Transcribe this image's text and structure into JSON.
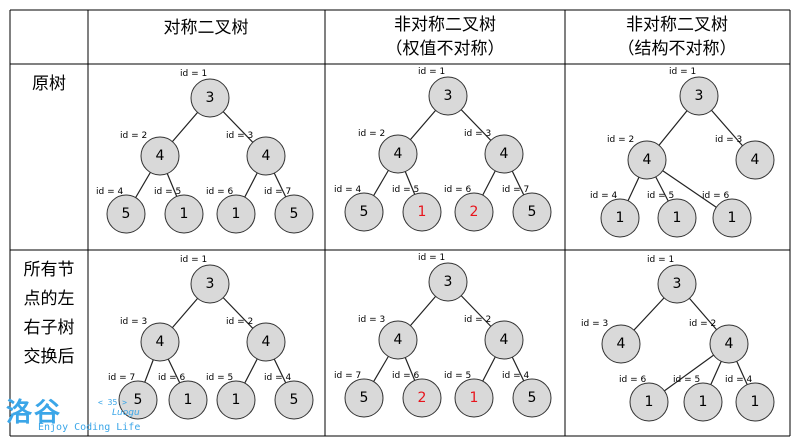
{
  "table": {
    "columns": [
      "对称二叉树",
      "非对称二叉树",
      "非对称二叉树"
    ],
    "column_subtitles": [
      "",
      "（权值不对称）",
      "（结构不对称）"
    ],
    "rows": [
      "原树",
      "所有节点的左右子树交换后"
    ],
    "row_label_lines": [
      [
        "原树"
      ],
      [
        "所有节",
        "点的左",
        "右子树",
        "交换后"
      ]
    ]
  },
  "trees": [
    {
      "name": "sym-original",
      "nodes": [
        {
          "id_label": "id = 1",
          "value": "3",
          "red": false
        },
        {
          "id_label": "id = 2",
          "value": "4",
          "red": false
        },
        {
          "id_label": "id = 3",
          "value": "4",
          "red": false
        },
        {
          "id_label": "id = 4",
          "value": "5",
          "red": false
        },
        {
          "id_label": "id = 5",
          "value": "1",
          "red": false
        },
        {
          "id_label": "id = 6",
          "value": "1",
          "red": false
        },
        {
          "id_label": "id = 7",
          "value": "5",
          "red": false
        }
      ]
    },
    {
      "name": "valasym-original",
      "nodes": [
        {
          "id_label": "id = 1",
          "value": "3",
          "red": false
        },
        {
          "id_label": "id = 2",
          "value": "4",
          "red": false
        },
        {
          "id_label": "id = 3",
          "value": "4",
          "red": false
        },
        {
          "id_label": "id = 4",
          "value": "5",
          "red": false
        },
        {
          "id_label": "id = 5",
          "value": "1",
          "red": true
        },
        {
          "id_label": "id = 6",
          "value": "2",
          "red": true
        },
        {
          "id_label": "id = 7",
          "value": "5",
          "red": false
        }
      ]
    },
    {
      "name": "structasym-original",
      "nodes": [
        {
          "id_label": "id = 1",
          "value": "3",
          "red": false
        },
        {
          "id_label": "id = 2",
          "value": "4",
          "red": false
        },
        {
          "id_label": "id = 3",
          "value": "4",
          "red": false
        },
        {
          "id_label": "id = 4",
          "value": "1",
          "red": false
        },
        {
          "id_label": "id = 5",
          "value": "1",
          "red": false
        },
        {
          "id_label": "id = 6",
          "value": "1",
          "red": false
        }
      ]
    },
    {
      "name": "sym-swapped",
      "nodes": [
        {
          "id_label": "id = 1",
          "value": "3",
          "red": false
        },
        {
          "id_label": "id = 3",
          "value": "4",
          "red": false
        },
        {
          "id_label": "id = 2",
          "value": "4",
          "red": false
        },
        {
          "id_label": "id = 7",
          "value": "5",
          "red": false
        },
        {
          "id_label": "id = 6",
          "value": "1",
          "red": false
        },
        {
          "id_label": "id = 5",
          "value": "1",
          "red": false
        },
        {
          "id_label": "id = 4",
          "value": "5",
          "red": false
        }
      ]
    },
    {
      "name": "valasym-swapped",
      "nodes": [
        {
          "id_label": "id = 1",
          "value": "3",
          "red": false
        },
        {
          "id_label": "id = 3",
          "value": "4",
          "red": false
        },
        {
          "id_label": "id = 2",
          "value": "4",
          "red": false
        },
        {
          "id_label": "id = 7",
          "value": "5",
          "red": false
        },
        {
          "id_label": "id = 6",
          "value": "2",
          "red": true
        },
        {
          "id_label": "id = 5",
          "value": "1",
          "red": true
        },
        {
          "id_label": "id = 4",
          "value": "5",
          "red": false
        }
      ]
    },
    {
      "name": "structasym-swapped",
      "nodes": [
        {
          "id_label": "id = 1",
          "value": "3",
          "red": false
        },
        {
          "id_label": "id = 3",
          "value": "4",
          "red": false
        },
        {
          "id_label": "id = 2",
          "value": "4",
          "red": false
        },
        {
          "id_label": "id = 6",
          "value": "1",
          "red": false
        },
        {
          "id_label": "id = 5",
          "value": "1",
          "red": false
        },
        {
          "id_label": "id = 4",
          "value": "1",
          "red": false
        }
      ]
    }
  ],
  "colors": {
    "highlight": "#e8141c",
    "node_fill": "#d9d9d9",
    "logo": "#3ba6e8"
  },
  "logo": {
    "brand": "洛谷",
    "page": "< 35 >",
    "sub": "Luogu",
    "tagline": "Enjoy Coding Life"
  }
}
